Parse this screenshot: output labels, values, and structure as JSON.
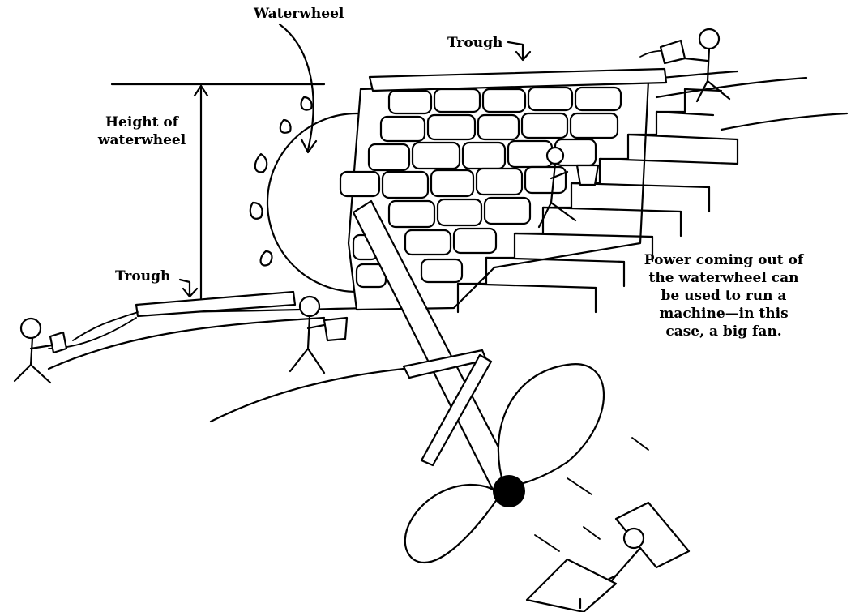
{
  "labels": {
    "waterwheel": "Waterwheel",
    "trough_top": "Trough",
    "height_line1": "Height of",
    "height_line2": "waterwheel",
    "trough_bottom": "Trough",
    "power_line1": "Power coming out of",
    "power_line2": "the waterwheel can",
    "power_line3": "be used to run a",
    "power_line4": "machine—in this",
    "power_line5": "case, a big fan."
  }
}
